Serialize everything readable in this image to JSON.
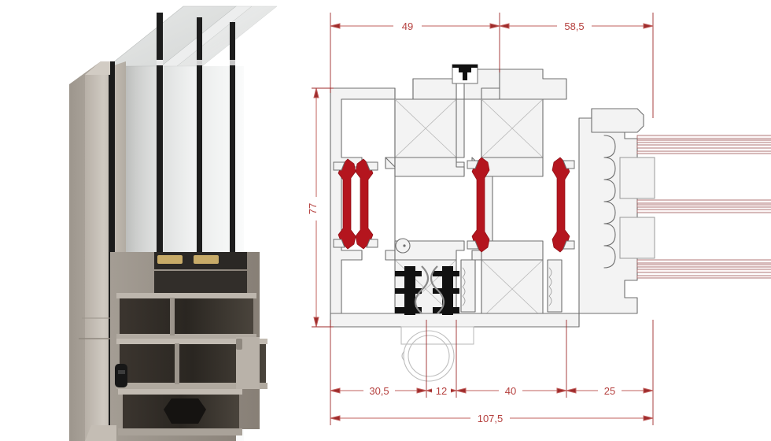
{
  "document": {
    "type": "technical-product-drawing",
    "subject": "Aluminium sliding window profile cross-section",
    "background_color": "#ffffff"
  },
  "photo": {
    "caption": "3D cut-away render of aluminium sliding frame with triple glazing",
    "colors": {
      "aluminium_light": "#c9c3bb",
      "aluminium_mid": "#a8a29a",
      "aluminium_dark": "#7d7870",
      "cut_face": "#8e8880",
      "interior_dark": "#2a2724",
      "gasket_black": "#1b1b1b",
      "glass_tint": "#d8dcdb",
      "glass_edge": "#2b2b2b",
      "seal_tan": "#c8ab68"
    },
    "glass_panes": 3
  },
  "drawing": {
    "colors": {
      "dimension": "#b5403e",
      "dimension_line": "#c2605e",
      "thermal_break": "#b4151e",
      "outline": "#6f6f6f",
      "fill": "#f2f2f2",
      "gasket": "#111111",
      "glass_line": "#a86b6b"
    },
    "thermal_break_count": 3,
    "gasket_count": 2,
    "glazing_units": 3
  },
  "dimensions": {
    "top": [
      {
        "label": "49",
        "name": "dim-top-49"
      },
      {
        "label": "58,5",
        "name": "dim-top-58-5"
      }
    ],
    "left": [
      {
        "label": "77",
        "name": "dim-left-77",
        "orientation": "vertical"
      }
    ],
    "bottom_chain": [
      {
        "label": "30,5",
        "name": "dim-bottom-30-5"
      },
      {
        "label": "12",
        "name": "dim-bottom-12"
      },
      {
        "label": "40",
        "name": "dim-bottom-40"
      },
      {
        "label": "25",
        "name": "dim-bottom-25"
      }
    ],
    "overall": [
      {
        "label": "107,5",
        "name": "dim-overall-107-5"
      }
    ]
  }
}
